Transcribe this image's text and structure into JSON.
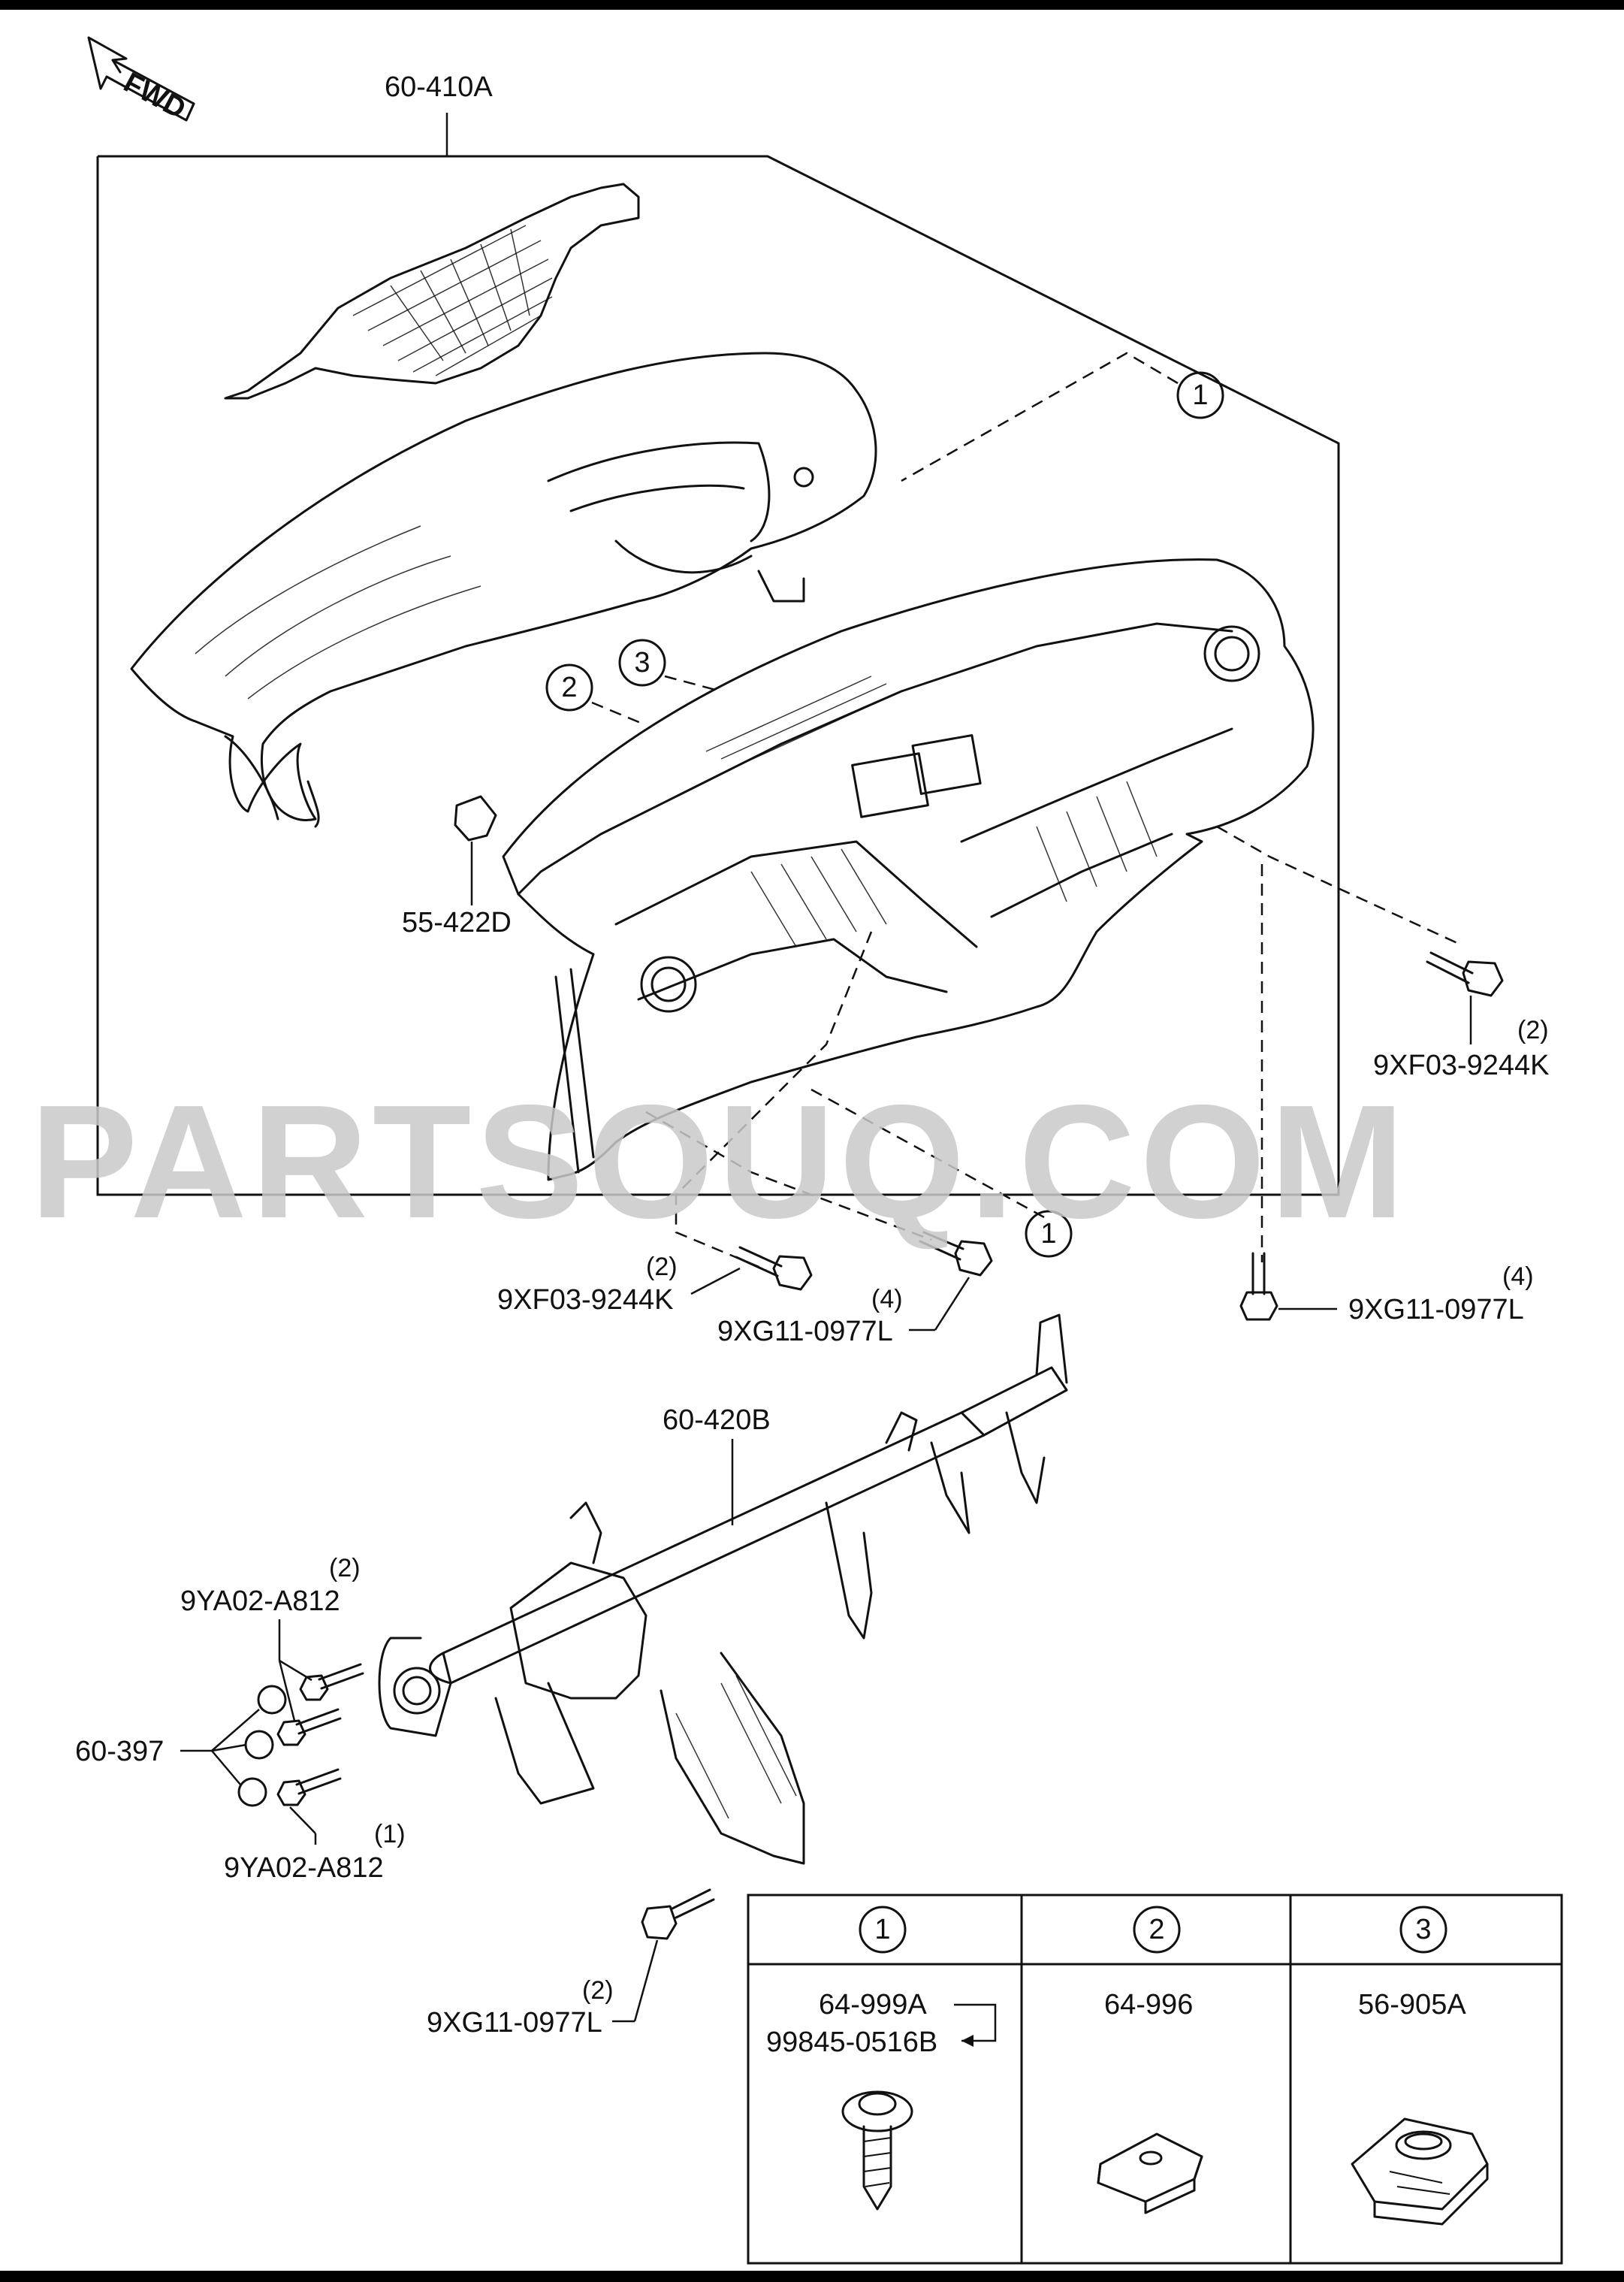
{
  "watermark": "PARTSOUQ.COM",
  "fwd_label": "FWD",
  "labels": {
    "instrument_panel": "60-410A",
    "clip": "55-422D",
    "reinforcement": "60-420B",
    "bolt_a_upper": "9XF03-9244K",
    "bolt_a_upper_qty": "(2)",
    "bolt_a_lower": "9XF03-9244K",
    "bolt_a_lower_qty": "(2)",
    "bolt_b_center": "9XG11-0977L",
    "bolt_b_center_qty": "(4)",
    "bolt_b_right": "9XG11-0977L",
    "bolt_b_right_qty": "(4)",
    "bolt_b_bottom": "9XG11-0977L",
    "bolt_b_bottom_qty": "(2)",
    "bolt_c_upper": "9YA02-A812",
    "bolt_c_upper_qty": "(2)",
    "bolt_c_lower": "9YA02-A812",
    "bolt_c_lower_qty": "(1)",
    "caps": "60-397"
  },
  "callouts": [
    "1",
    "2",
    "3",
    "1"
  ],
  "legend": {
    "headers": [
      "1",
      "2",
      "3"
    ],
    "col1": [
      "64-999A",
      "99845-0516B"
    ],
    "col2": "64-996",
    "col3": "56-905A"
  },
  "icons": [
    "fwd-arrow-icon",
    "instrument-panel-illustration",
    "dashboard-cover-illustration",
    "reinforcement-bar-illustration",
    "bolt-icon",
    "clip-icon",
    "screw-icon",
    "nut-clip-icon",
    "speed-nut-icon"
  ]
}
